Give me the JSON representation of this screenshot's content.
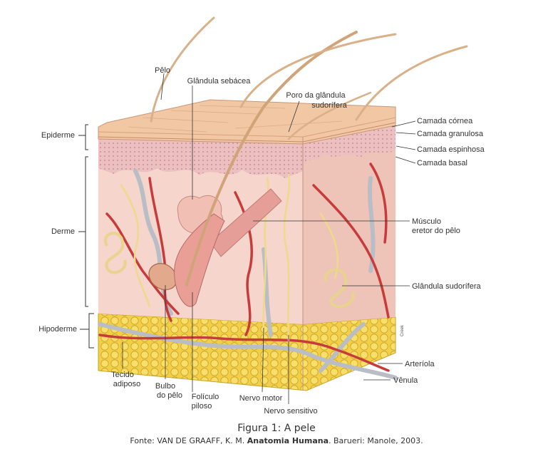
{
  "labels": {
    "pelo": "Pêlo",
    "glandula_sebacea": "Glândula sebácea",
    "poro_line1": "Poro da glândula",
    "poro_line2": "sudorífera",
    "epiderme": "Epiderme",
    "camada_cornea": "Camada córnea",
    "camada_granulosa": "Camada granulosa",
    "camada_espinhosa": "Camada espinhosa",
    "camada_basal": "Camada basal",
    "derme": "Derme",
    "musculo_line1": "Músculo",
    "musculo_line2": "eretor do pêlo",
    "glandula_sudorifera": "Glândula sudorífera",
    "hipoderme": "Hipoderme",
    "arteriola": "Arteríola",
    "venula": "Vênula",
    "tecido_line1": "Tecido",
    "tecido_line2": "adiposo",
    "bulbo_line1": "Bulbo",
    "bulbo_line2": "do pêlo",
    "foliculo_line1": "Folículo",
    "foliculo_line2": "piloso",
    "nervo_motor": "Nervo motor",
    "nervo_sensitivo": "Nervo sensitivo",
    "credit": "Creek"
  },
  "caption": {
    "title": "Figura 1: A pele",
    "source_prefix": "Fonte: VAN DE GRAAFF, K. M. ",
    "source_bold": "Anatomia Humana",
    "source_suffix": ". Barueri: Manole, 2003."
  },
  "colors": {
    "skin_top": "#f2c9a2",
    "dermis": "#f4d2c8",
    "fat": "#f2d04a",
    "artery": "#c43a3a",
    "vein": "#b8bcc4",
    "nerve": "#f1de8a"
  }
}
